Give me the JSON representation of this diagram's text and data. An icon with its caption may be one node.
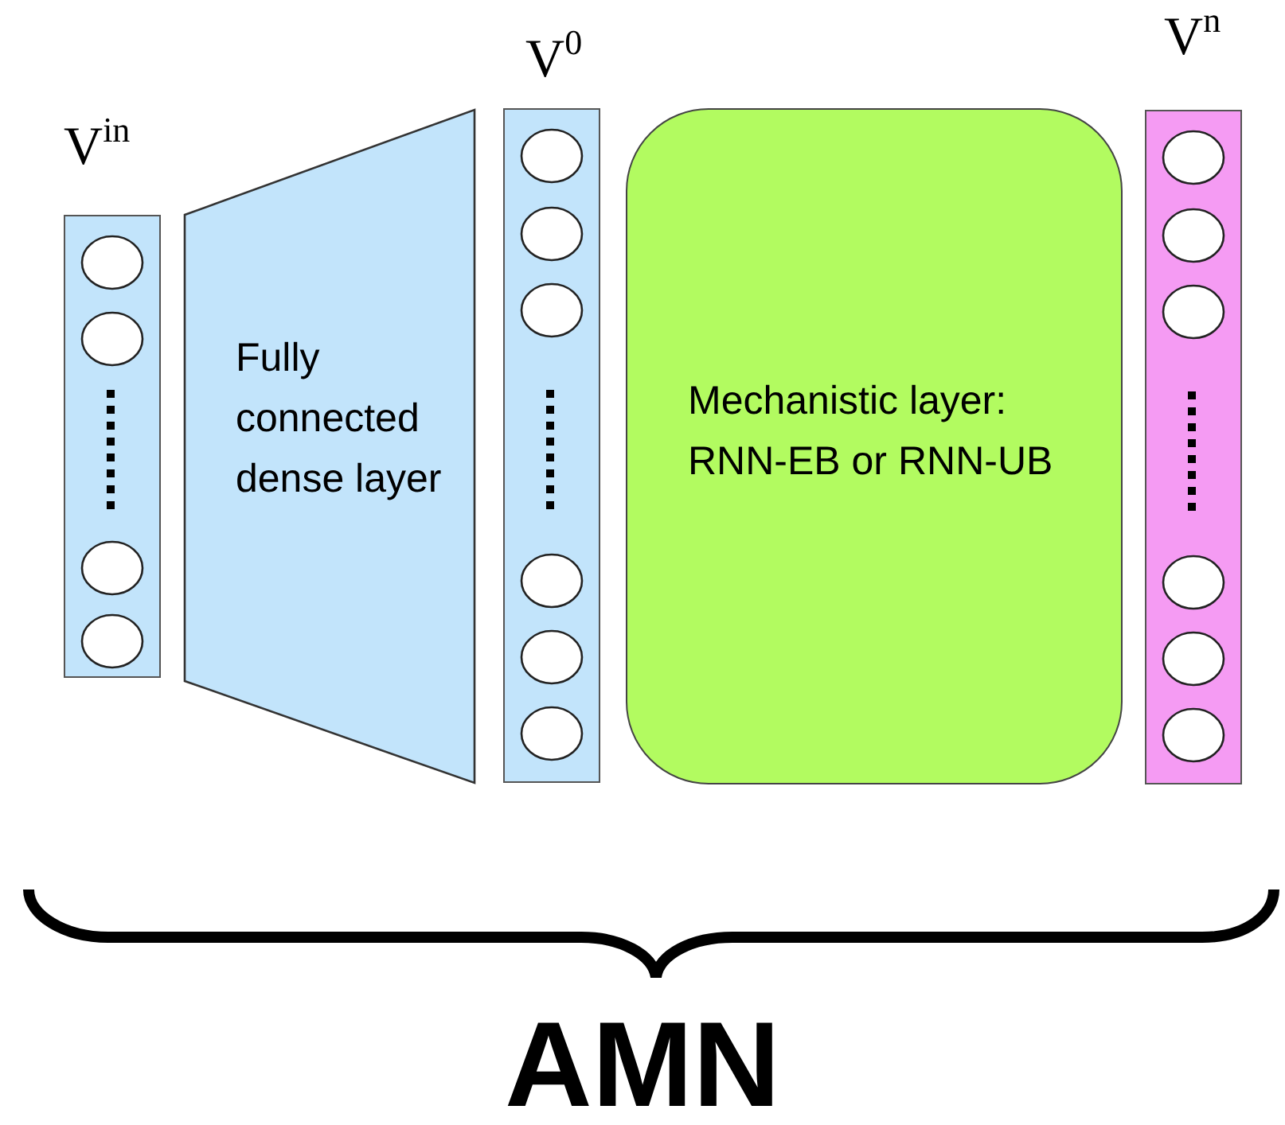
{
  "diagram": {
    "nodes": [
      {
        "text": [
          "V$^{in}$"
        ]
      },
      {
        "text": [
          "Fully connected dense layer"
        ]
      },
      {
        "text": [
          "V$^{0}$"
        ]
      },
      {
        "text": [
          "Mechanistic layer: RNN-EB or RNN-UB"
        ]
      },
      {
        "text": [
          "V$^{n}$"
        ]
      }
    ],
    "labels": [
      "AMN"
    ]
  }
}
